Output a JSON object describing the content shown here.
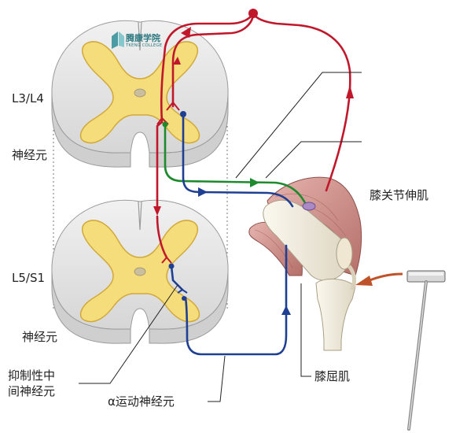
{
  "labels": {
    "upper_segment": "L3/L4",
    "upper_neuron": "神经元",
    "lower_segment": "L5/S1",
    "lower_neuron": "神经元",
    "extensor": "膝关节伸肌",
    "flexor": "膝屈肌",
    "interneuron_line1": "抑制性中",
    "interneuron_line2": "间神经元",
    "alpha_motor": "α运动神经元"
  },
  "watermark": {
    "name": "腾康学院",
    "sub": "TKENG COLLEGE"
  },
  "colors": {
    "sensory": "#c0172b",
    "motor": "#1f3f93",
    "inhibitory": "#1d8a2e",
    "gray_matter": "#f4dd7a",
    "white_matter": "#e9e9e9",
    "muscle": "#c98d88",
    "bone": "#f3efe2",
    "spindle": "#a98ac4"
  },
  "icons": [
    "reflex-hammer-icon",
    "tap-arrow-icon",
    "muscle-spindle-icon"
  ]
}
